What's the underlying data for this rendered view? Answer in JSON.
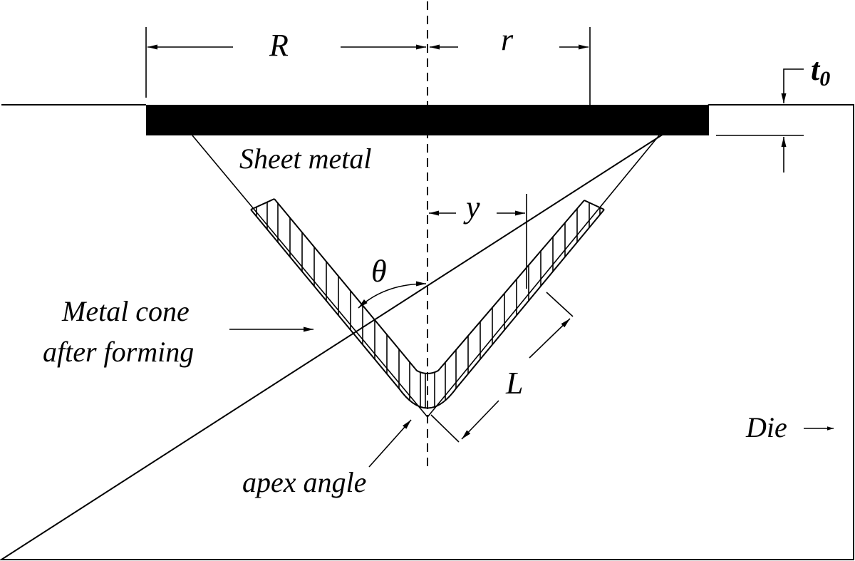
{
  "labels": {
    "R": "R",
    "r": "r",
    "t0_main": "t",
    "t0_sub": "0",
    "sheet_metal": "Sheet metal",
    "y": "y",
    "theta": "θ",
    "metal_cone_line1": "Metal cone",
    "metal_cone_line2": "after forming",
    "L": "L",
    "die": "Die",
    "apex_angle": "apex angle"
  },
  "colors": {
    "stroke": "#000000",
    "sheet_fill": "#000000",
    "background": "#ffffff"
  }
}
